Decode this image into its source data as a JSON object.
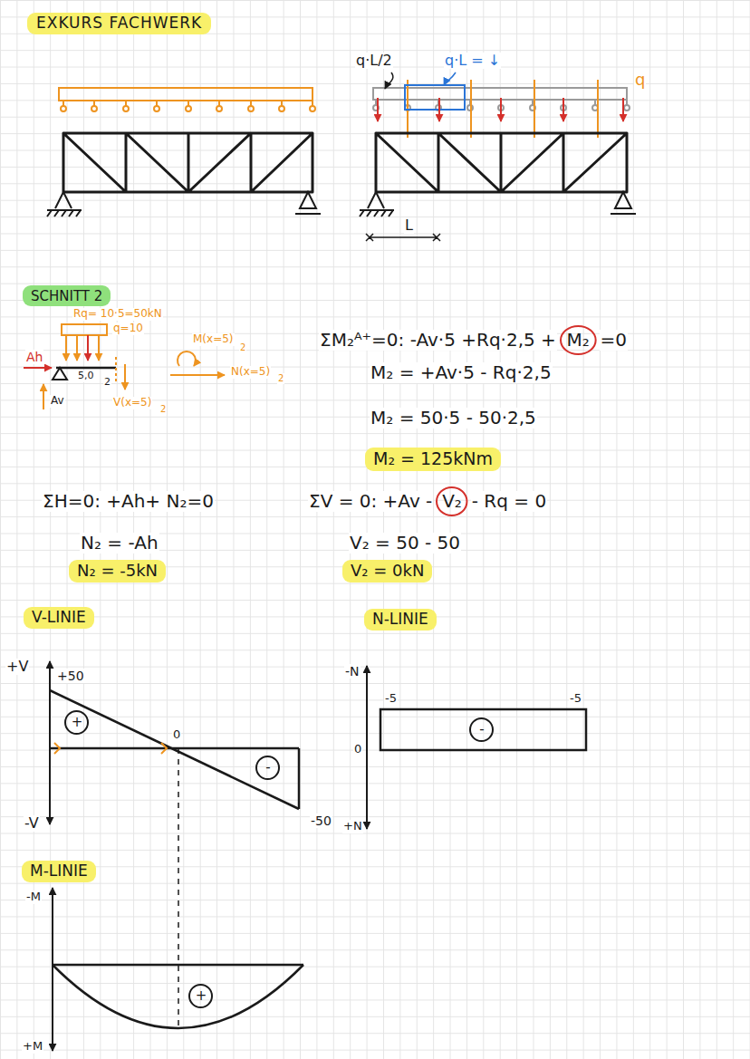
{
  "diagram": {
    "title": "EXKURS FACHWERK",
    "nodes": [
      {
        "text": [
          "SCHNITT 2"
        ]
      },
      {
        "text": [
          "M₂"
        ]
      },
      {
        "text": [
          "M₂ = 125kNm"
        ]
      },
      {
        "text": [
          "V₂"
        ]
      },
      {
        "text": [
          "N₂ = -5kN"
        ]
      },
      {
        "text": [
          "V₂ = 0kN"
        ]
      },
      {
        "text": [
          "V-LINIE"
        ]
      },
      {
        "text": [
          "N-LINIE"
        ]
      },
      {
        "text": [
          "+"
        ]
      },
      {
        "text": [
          "-"
        ]
      },
      {
        "text": [
          "-"
        ]
      },
      {
        "text": [
          "M-LINIE"
        ]
      },
      {
        "text": [
          "+"
        ]
      }
    ],
    "labels": [
      "q·L/2",
      "q·L = ↓",
      "q",
      "L",
      "Rq= 10·5=50kN",
      "q=10",
      "Ah",
      "5,0",
      "Av",
      "2",
      "M(x=5)",
      "2",
      "N(x=5)",
      "2",
      "V(x=5)",
      "2",
      "ΣM₂ᴬ⁺=0: -Av·5 +Rq·2,5 +",
      "=0",
      "M₂ = +Av·5 - Rq·2,5",
      "M₂ = 50·5 - 50·2,5",
      "ΣH=0: +Ah+ N₂=0",
      "ΣV = 0: +Av -",
      "- Rq = 0",
      "N₂ = -Ah",
      "V₂ = 50 - 50",
      "+V",
      "+50",
      "-N",
      "-5",
      "-5",
      "0",
      "0",
      "-V",
      "-50",
      "+N",
      "-M",
      "+M"
    ]
  }
}
